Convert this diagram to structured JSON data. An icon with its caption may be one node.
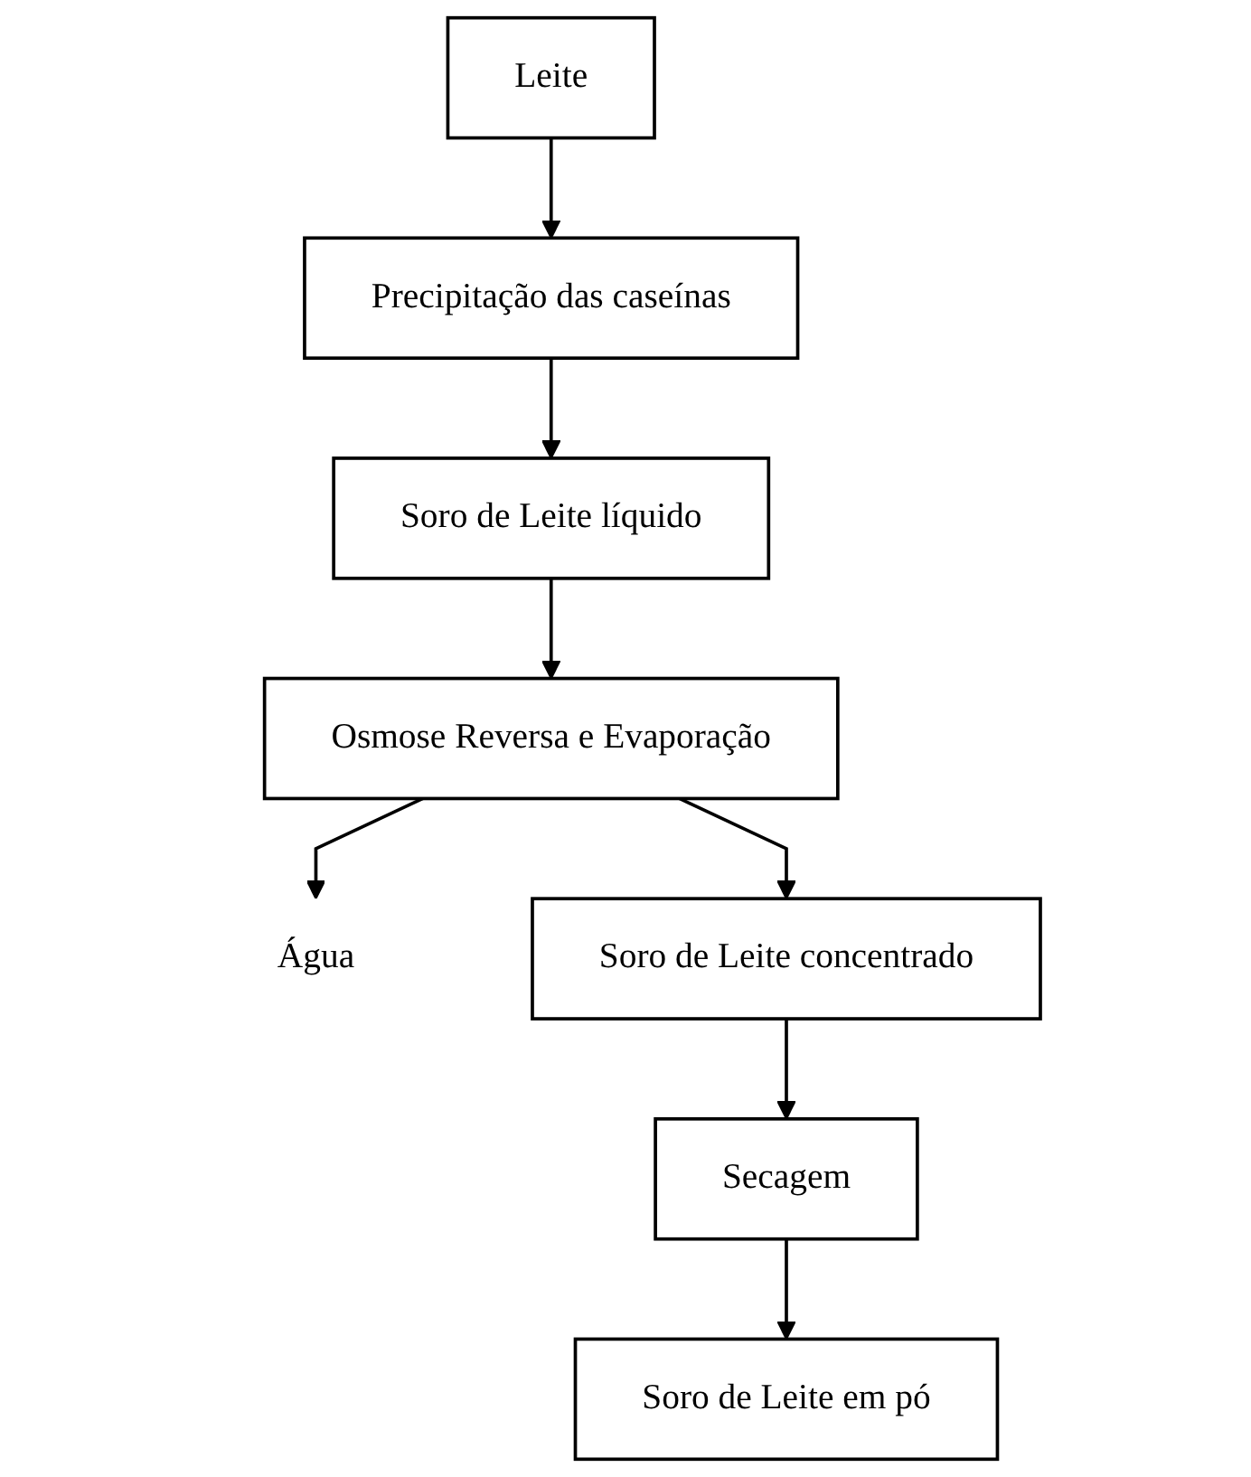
{
  "diagram": {
    "nodes": [
      {
        "text": [
          "Leite"
        ]
      },
      {
        "text": [
          "Precipitação das caseínas"
        ]
      },
      {
        "text": [
          "Soro de Leite líquido"
        ]
      },
      {
        "text": [
          "Osmose Reversa e Evaporação"
        ]
      },
      {
        "text": [
          "Água"
        ]
      },
      {
        "text": [
          "Soro de Leite concentrado"
        ]
      },
      {
        "text": [
          "Secagem"
        ]
      },
      {
        "text": [
          "Soro de Leite em pó"
        ]
      }
    ],
    "edges": [
      {
        "from": 0,
        "to": 1,
        "arrow": "to"
      },
      {
        "from": 1,
        "to": 2,
        "arrow": "to"
      },
      {
        "from": 2,
        "to": 3,
        "arrow": "to"
      },
      {
        "from": 3,
        "to": 4,
        "arrow": "to"
      },
      {
        "from": 3,
        "to": 5,
        "arrow": "to"
      },
      {
        "from": 5,
        "to": 6,
        "arrow": "to"
      },
      {
        "from": 6,
        "to": 7,
        "arrow": "to"
      }
    ]
  }
}
